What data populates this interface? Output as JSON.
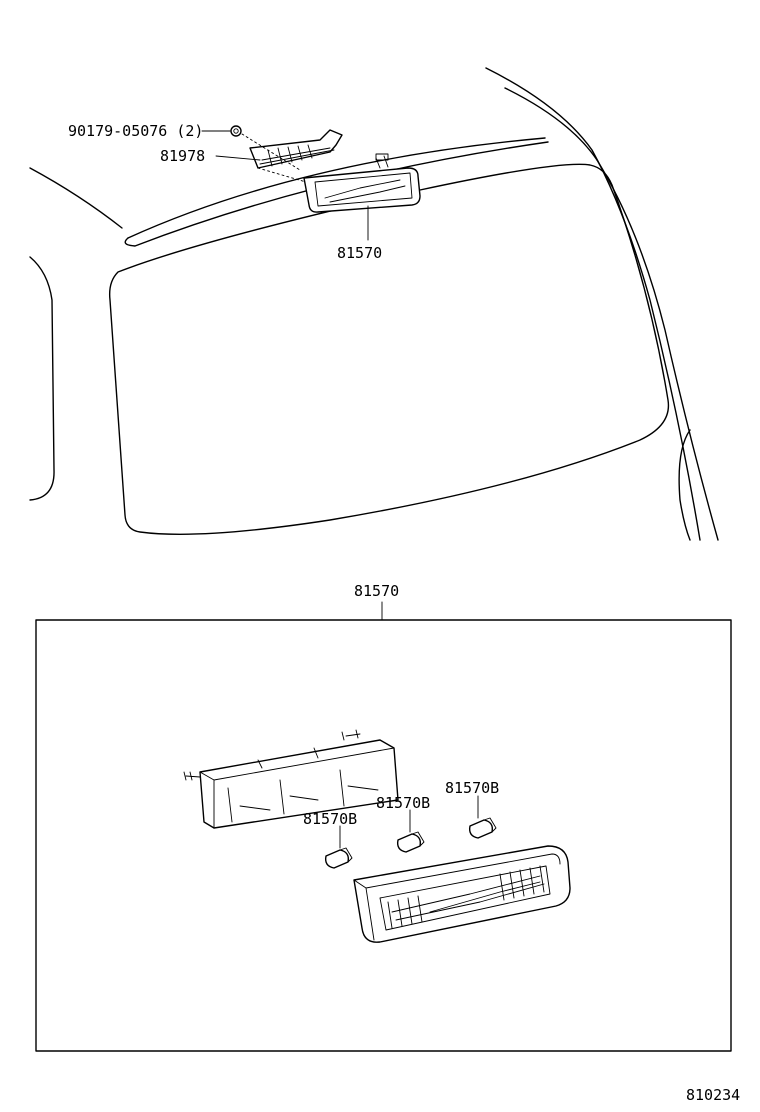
{
  "labels": {
    "clip": "90179-05076 (2)",
    "bracket": "81978",
    "lamp_top": "81570",
    "lamp_box": "81570",
    "bulb_left": "81570B",
    "bulb_mid": "81570B",
    "bulb_right": "81570B",
    "diagram_id": "810234"
  }
}
